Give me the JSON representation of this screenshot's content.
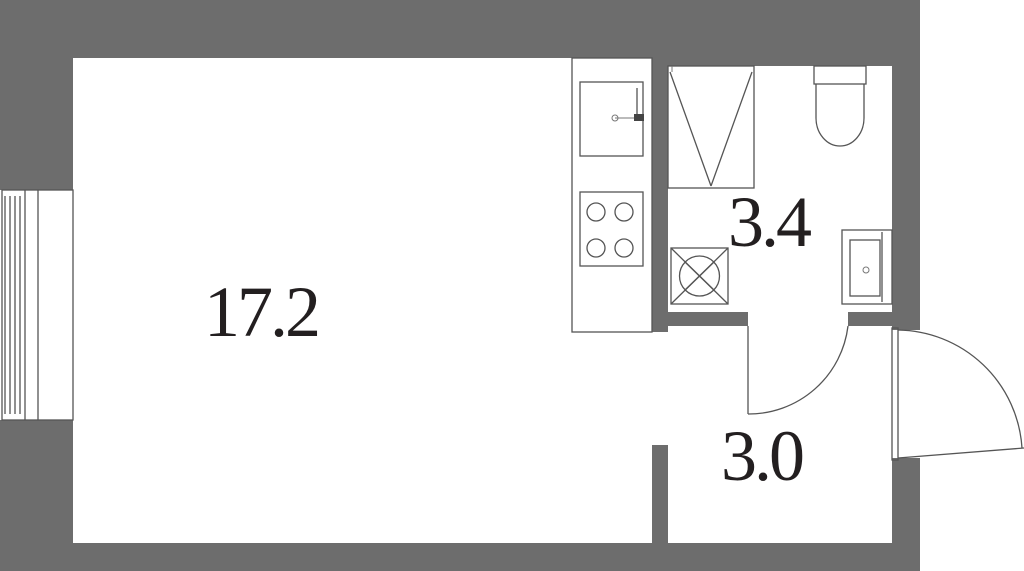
{
  "rooms": {
    "living": {
      "area": "17.2"
    },
    "bathroom": {
      "area": "3.4"
    },
    "hall": {
      "area": "3.0"
    }
  },
  "colors": {
    "wall": "#6d6d6d",
    "floor": "#ffffff",
    "line": "#555555",
    "text": "#231f20"
  },
  "icons": {
    "window": "window-icon",
    "sink": "kitchen-sink-icon",
    "stove": "stove-icon",
    "shower": "shower-icon",
    "toilet": "toilet-icon",
    "wash_basin": "wash-basin-icon",
    "washer": "washing-machine-icon",
    "doors": [
      "bathroom-door-icon",
      "entrance-door-icon"
    ]
  }
}
